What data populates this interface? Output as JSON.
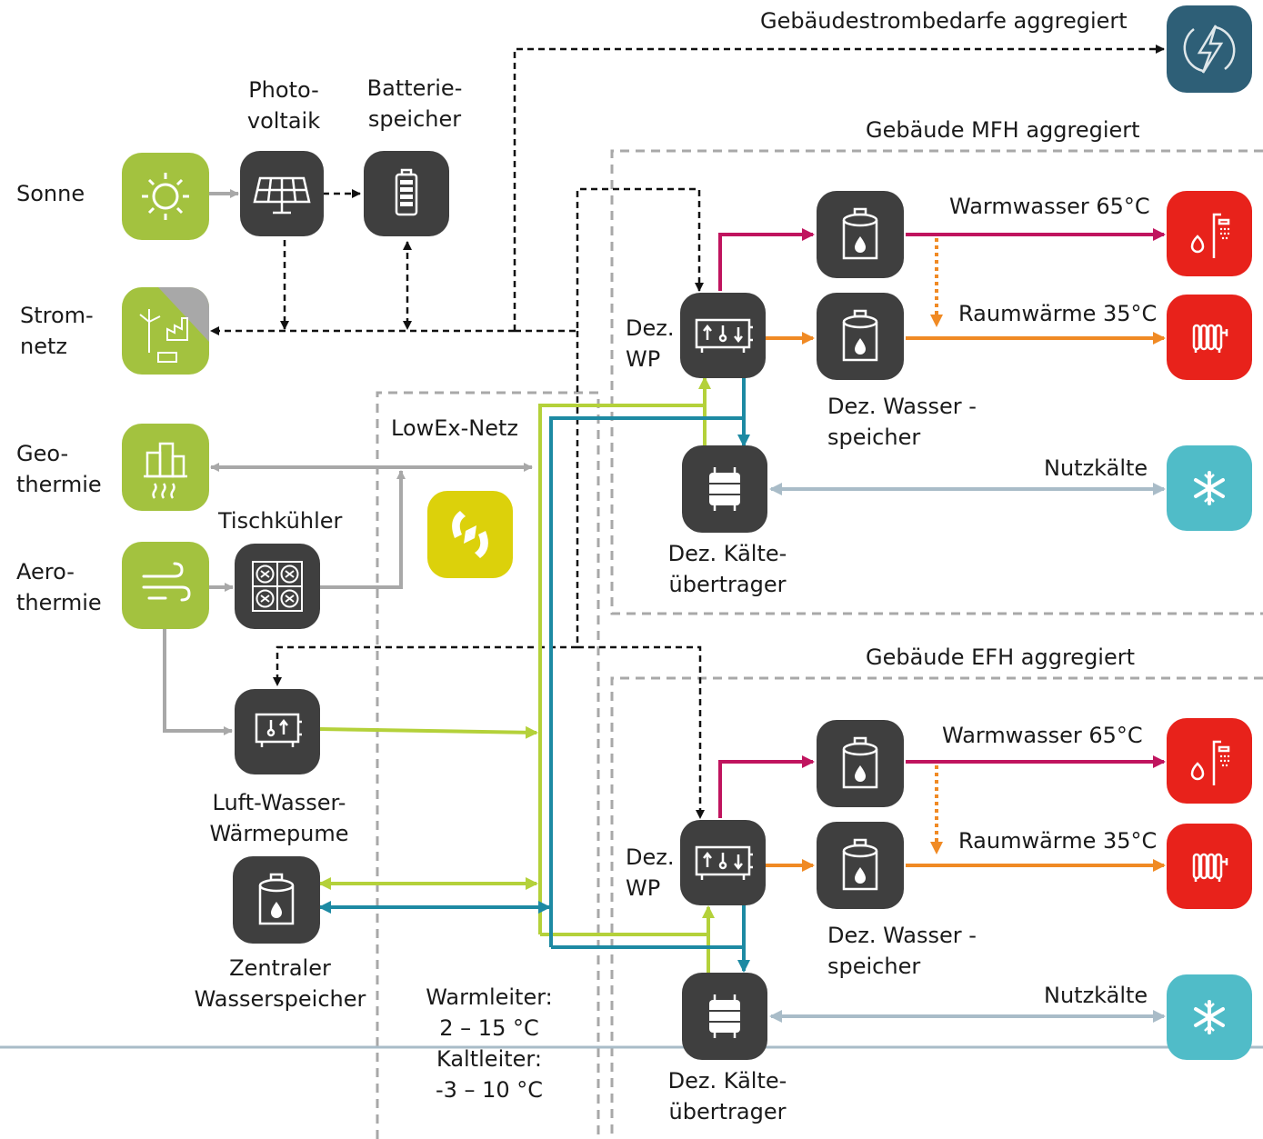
{
  "colors": {
    "dark_tile": "#3f3f3f",
    "green_tile": "#a3c23f",
    "red_tile": "#e8221b",
    "cyan_tile": "#50bcc8",
    "navy_tile": "#2e5f77",
    "yellow_tile": "#dcd10b",
    "warm_line": "#b4d13a",
    "cold_line": "#1d8aa3",
    "hot_water_line": "#c0145e",
    "space_heat_line": "#f08a24",
    "grey_line": "#a8a8a8",
    "cooling_line": "#a9bcc8"
  },
  "sources": {
    "sun": "Sonne",
    "grid": "Strom-\nnetz",
    "geothermal": "Geo-\nthermie",
    "aerothermal": "Aero-\nthermie"
  },
  "components": {
    "pv": "Photo-\nvoltaik",
    "battery": "Batterie-\nspeicher",
    "dry_cooler": "Tischkühler",
    "air_heat_pump": "Luft-Wasser-\nWärmepume",
    "central_storage": "Zentraler\nWasserspeicher",
    "lowex_net": "LowEx-Netz",
    "net_temps": "Warmleiter:\n2 – 15 °C\nKaltleiter:\n-3 – 10 °C"
  },
  "power_demand": "Gebäudestrombedarfe aggregiert",
  "buildings": [
    {
      "title": "Gebäude MFH aggregiert",
      "heat_pump": "Dez.\nWP",
      "storage": "Dez. Wasser -\nspeicher",
      "cold_exchanger": "Dez. Kälte-\nübertrager",
      "hot_water": "Warmwasser 65°C",
      "space_heat": "Raumwärme 35°C",
      "cooling": "Nutzkälte"
    },
    {
      "title": "Gebäude EFH aggregiert",
      "heat_pump": "Dez.\nWP",
      "storage": "Dez. Wasser -\nspeicher",
      "cold_exchanger": "Dez. Kälte-\nübertrager",
      "hot_water": "Warmwasser 65°C",
      "space_heat": "Raumwärme 35°C",
      "cooling": "Nutzkälte"
    }
  ],
  "icons": {
    "sun": "sun-icon",
    "grid": "power-grid-icon",
    "geothermal": "geothermal-city-icon",
    "aerothermal": "wind-icon",
    "pv": "solar-panel-icon",
    "battery": "battery-icon",
    "dry_cooler": "fan-grid-icon",
    "air_heat_pump": "heat-pump-icon",
    "storage": "water-tank-icon",
    "heat_pump": "heat-pump-icon",
    "cold_exchanger": "cold-exchanger-icon",
    "hot_water": "shower-flame-icon",
    "space_heat": "radiator-icon",
    "cooling": "snowflake-icon",
    "power": "lightning-icon",
    "lowex": "lowex-logo-icon"
  }
}
